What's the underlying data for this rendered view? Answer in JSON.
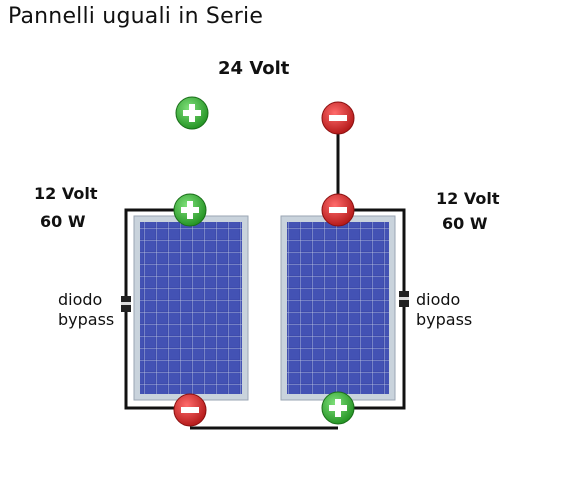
{
  "title": "Pannelli uguali in Serie",
  "total_voltage": "24 Volt",
  "left_panel": {
    "voltage": "12 Volt",
    "power": "60 W",
    "diode_line1": "diodo",
    "diode_line2": "bypass"
  },
  "right_panel": {
    "voltage": "12 Volt",
    "power": "60 W",
    "diode_line1": "diodo",
    "diode_line2": "bypass"
  },
  "colors": {
    "positive": "#2fae2f",
    "negative": "#d42222",
    "panel_cell": "#3b46a8",
    "panel_frame": "#c9d3dc",
    "wire": "#111111"
  }
}
